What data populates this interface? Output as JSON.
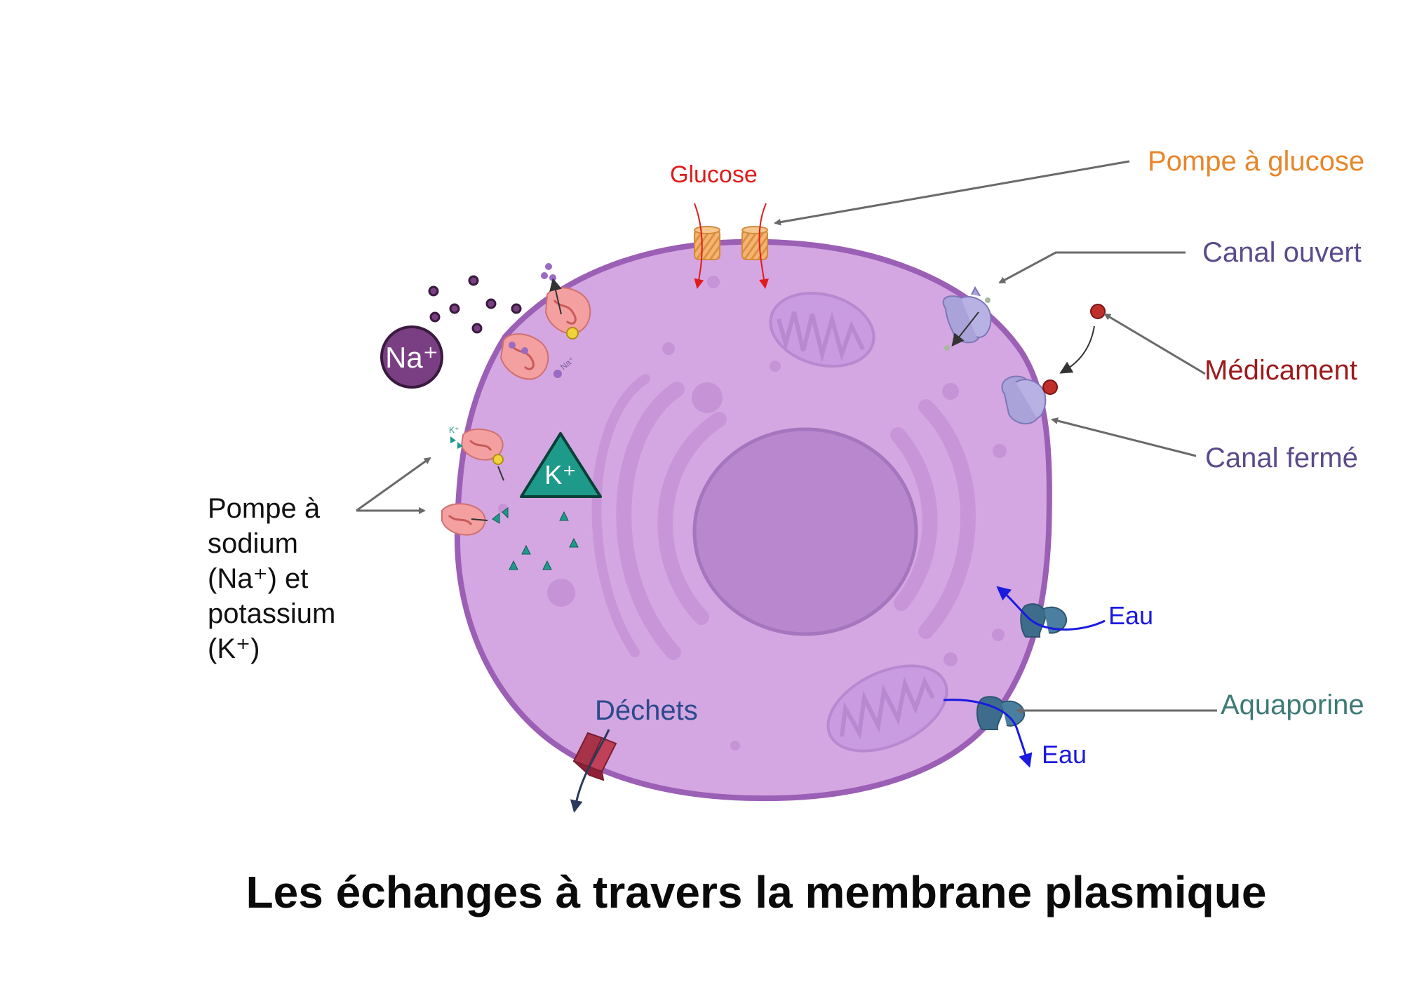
{
  "title": "Les échanges à travers la membrane plasmique",
  "labels": {
    "glucose": "Glucose",
    "glucose_pump": "Pompe à glucose",
    "open_channel": "Canal ouvert",
    "drug": "Médicament",
    "closed_channel": "Canal fermé",
    "water_top": "Eau",
    "aquaporin": "Aquaporine",
    "water_bottom": "Eau",
    "waste": "Déchets",
    "na_ion": "Na⁺",
    "k_ion": "K⁺",
    "na_small": "Na⁺",
    "k_small": "K⁺"
  },
  "pump_label_lines": [
    "Pompe à",
    "sodium",
    "(Na⁺) et",
    "potassium",
    "(K⁺)"
  ],
  "colors": {
    "cell_fill": "#d4a7e2",
    "cell_stroke": "#9b5fb5",
    "nucleus": "#b887ce",
    "na_ion": "#7a3f82",
    "k_ion": "#1e9a8a",
    "glucose_label": "#e01b1b",
    "glucose_pump_label": "#e8862a",
    "channel_label": "#5b4a8c",
    "drug_label": "#9b1b1b",
    "aquaporin_label": "#3e7a76",
    "water_label": "#1a1ae0",
    "waste_label": "#2b4a8c"
  }
}
